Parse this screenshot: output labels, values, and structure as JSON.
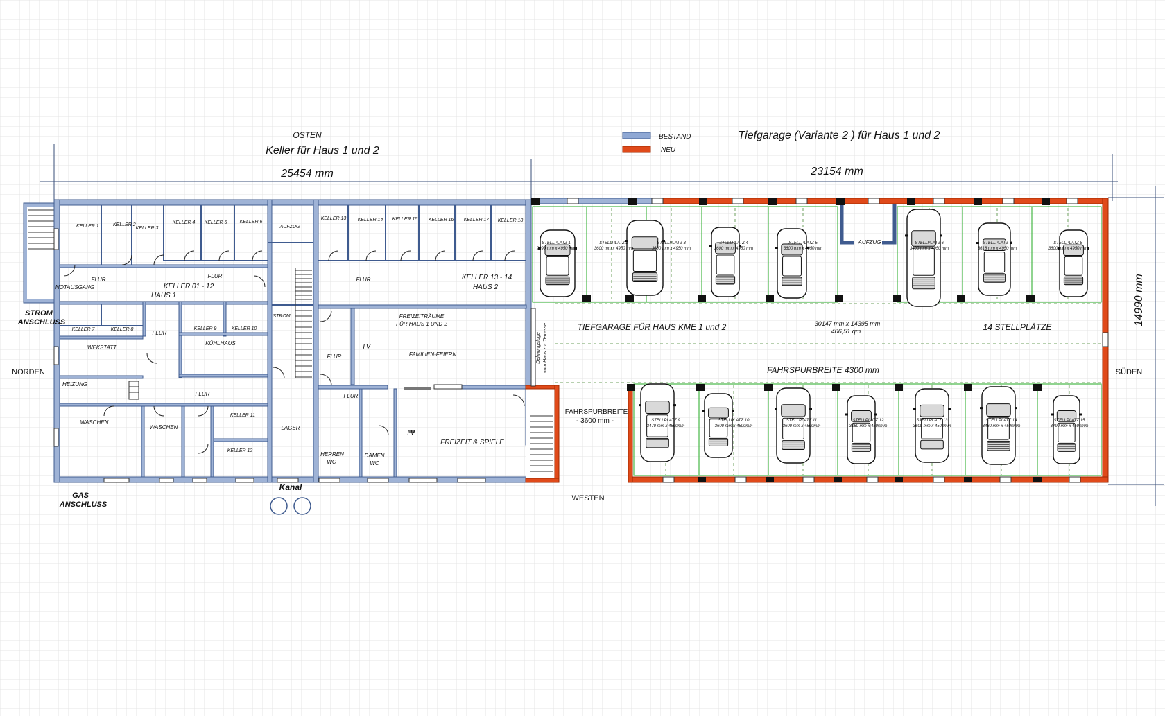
{
  "header": {
    "keller_title": "Keller für Haus  1 und 2",
    "garage_title": "Tiefgarage  (Variante 2 )  für Haus 1 und 2",
    "dim_keller": "25454  mm",
    "dim_garage": "23154 mm",
    "dim_height": "14990 mm"
  },
  "legend": {
    "bestand_label": "BESTAND",
    "neu_label": "NEU",
    "bestand_color": "#8fa8d4",
    "neu_color": "#e04a1a"
  },
  "compass": {
    "osten": "OSTEN",
    "westen": "WESTEN",
    "norden": "NORDEN",
    "sueden": "SÜDEN"
  },
  "labels": {
    "strom": "STROM",
    "anschluss": "ANSCHLUSS",
    "gas": "GAS",
    "gas_anschluss": "ANSCHLUSS",
    "kanal": "Kanal"
  },
  "rooms": {
    "keller_1": "KELLER 1",
    "keller_2": "KELLER 2",
    "keller_3": "KELLER 3",
    "keller_4": "KELLER 4",
    "keller_5": "KELLER 5",
    "keller_6": "KELLER 6",
    "keller_7": "KELLER 7",
    "keller_8": "KELLER 8",
    "keller_9": "KELLER 9",
    "keller_10": "KELLER 10",
    "keller_11": "KELLER 11",
    "keller_12": "KELLER 12",
    "keller_13": "KELLER 13",
    "keller_14": "KELLER 14",
    "keller_15": "KELLER 15",
    "keller_16": "KELLER 16",
    "keller_17": "KELLER 17",
    "keller_18": "KELLER 18",
    "aufzug": "AUFZUG",
    "flur": "FLUR",
    "notausgang": "NOTAUSGANG",
    "keller_01_12": "KELLER     01 - 12",
    "haus_1": "HAUS  1",
    "keller_13_14": "KELLER       13 - 14",
    "haus_2": "HAUS  2",
    "strom_room": "STROM",
    "kuehlhaus": "KÜHLHAUS",
    "werkstatt": "WEKSTATT",
    "heizung": "HEIZUNG",
    "waschen": "WASCHEN",
    "lager": "LAGER",
    "herren": "HERREN",
    "damen": "DAMEN",
    "wc": "WC",
    "freizeitraeume": "FREIZEITRÄUME",
    "fuer_haus": "FÜR HAUS  1 UND 2",
    "familien": "FAMILIEN-FEIERN",
    "tv": "TV",
    "freizeit_spiele": "FREIZEIT  &  SPIELE",
    "dehnungsfuge_1": "Dehnungsfuge",
    "dehnungsfuge_2": "vom Haus zur Terrasse"
  },
  "garage": {
    "main_label": "TIEFGARAGE FÜR  HAUS KME 1 und 2",
    "area_dims": "30147 mm x 14395 mm",
    "area_qm": "406,51 qm",
    "count": "14 STELLPLÄTZE",
    "lane": "FAHRSPURBREITE   4300 mm",
    "ramp_1": "FAHRSPURBREITE",
    "ramp_2": "- 3600 mm -",
    "aufzug": "AUFZUG",
    "stalls_top": [
      {
        "label": "STELLPLATZ 1",
        "dims": "2990 mm x 4950 mm"
      },
      {
        "label": "STELLPLATZ 2",
        "dims": "3600 mm x 4950 mm"
      },
      {
        "label": "STELLPLATZ 3",
        "dims": "3600 mm x 4950 mm"
      },
      {
        "label": "STELLPLATZ 4",
        "dims": "3600 mm x 4950 mm"
      },
      {
        "label": "STELLPLATZ 5",
        "dims": "3600 mm x 4950 mm"
      },
      {
        "label": "STELLPLATZ 6",
        "dims": "3400 mm x 4950 mm"
      },
      {
        "label": "STELLPLATZ 7",
        "dims": "3618 mm x 4950 mm"
      },
      {
        "label": "STELLPLATZ 8",
        "dims": "3600 mm x 4950 mm"
      }
    ],
    "stalls_bottom": [
      {
        "label": "STELLPLATZ 9",
        "dims": "3470 mm x 4500mm"
      },
      {
        "label": "STELLPLATZ 10",
        "dims": "3600 mm x 4500mm"
      },
      {
        "label": "STELLPLATZ 11",
        "dims": "3600 mm x 4500mm"
      },
      {
        "label": "STELLPLATZ 12",
        "dims": "3160 mm x 4500mm"
      },
      {
        "label": "STELLPLATZ 13",
        "dims": "3600 mm x 4500mm"
      },
      {
        "label": "STELLPLATZ 14",
        "dims": "3460 mm x 4500mm"
      },
      {
        "label": "STELLPLATZ 15",
        "dims": "3790 mm x 4500mm"
      }
    ]
  }
}
